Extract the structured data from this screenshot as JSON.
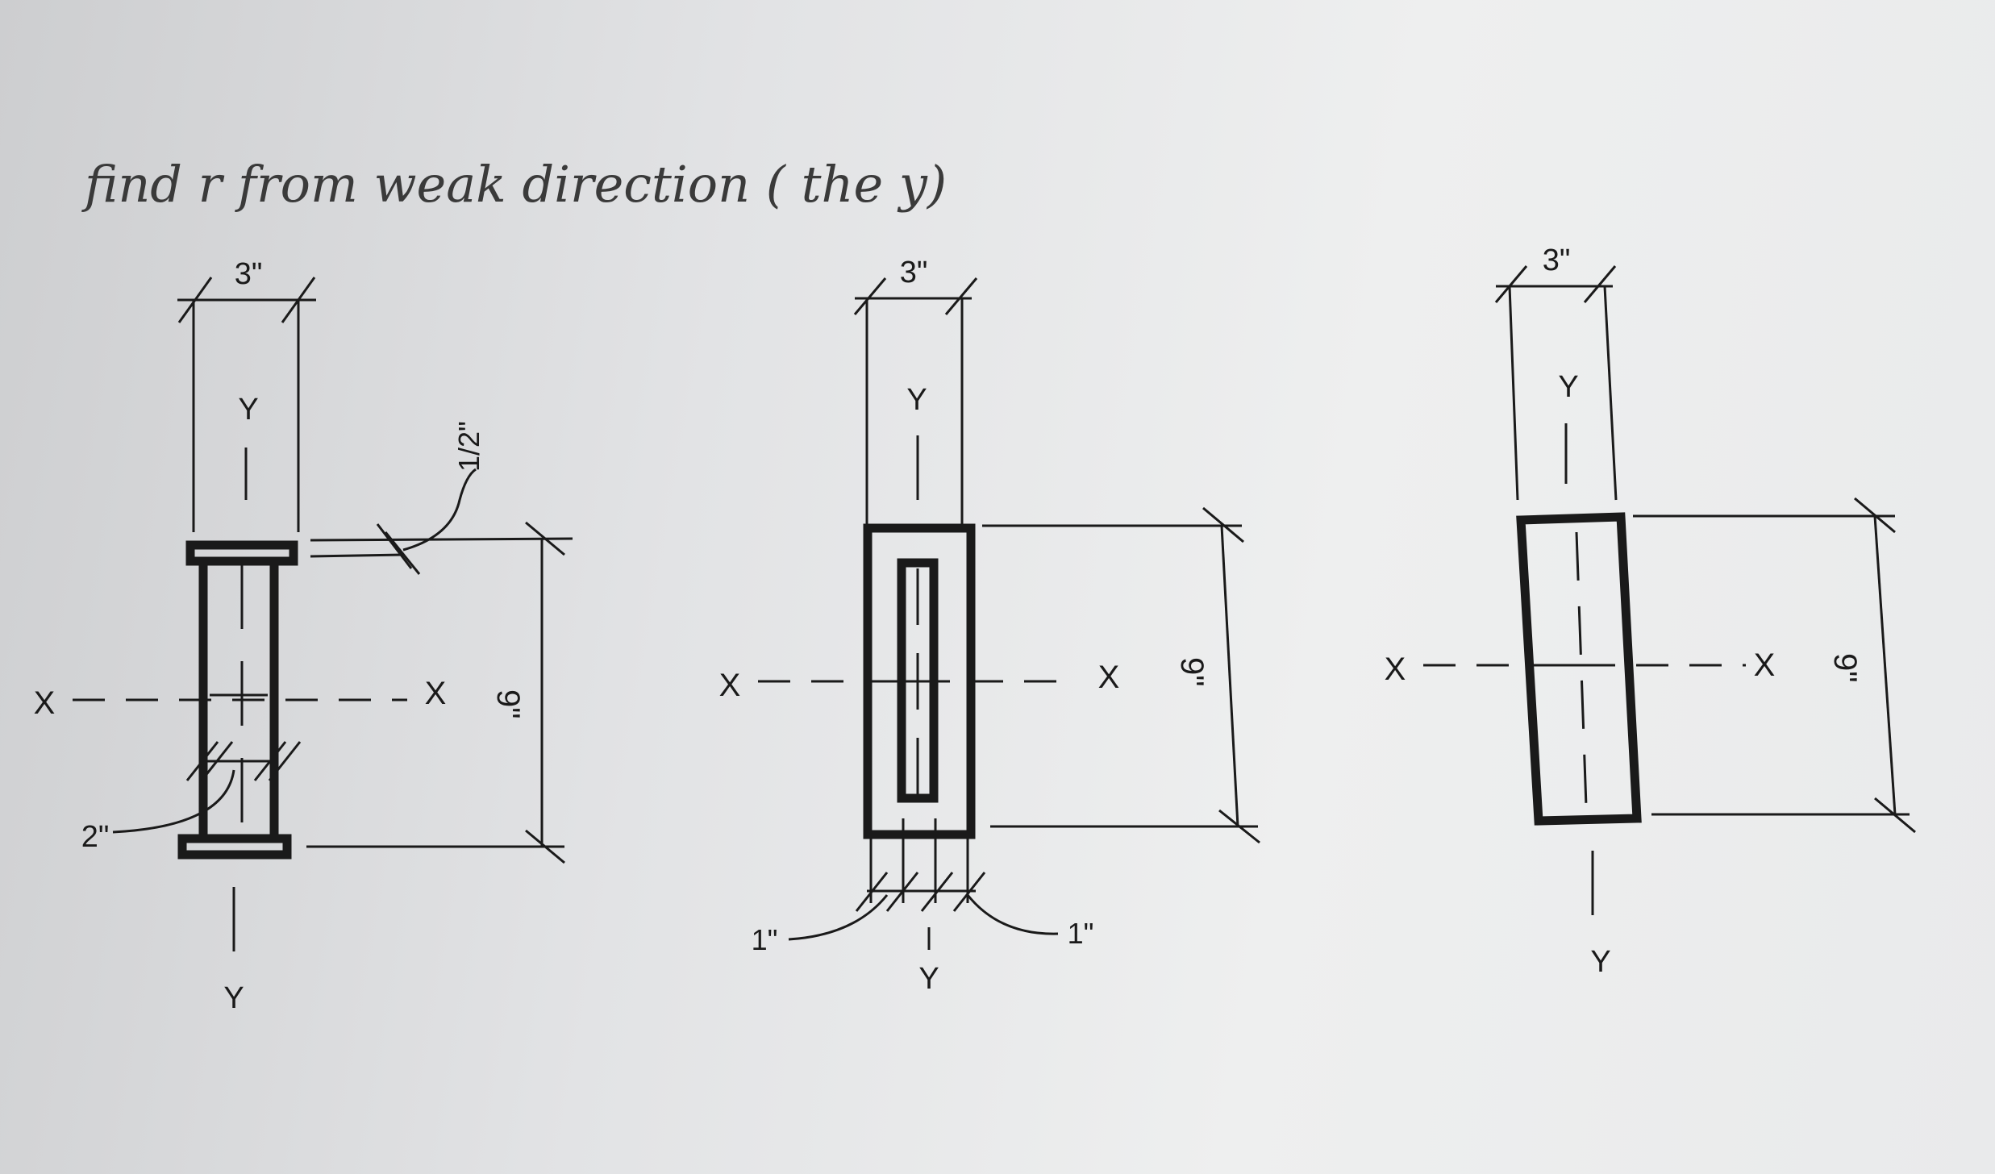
{
  "note": "find r from weak direction ( the y)",
  "sections": [
    {
      "name": "I-section",
      "width_label": "3\"",
      "height_label": "9\"",
      "flange_label": "1/2\"",
      "web_label": "2\"",
      "axis_x": "X",
      "axis_y": "Y"
    },
    {
      "name": "hollow-rectangle",
      "width_label": "3\"",
      "height_label": "9\"",
      "wall_left_label": "1\"",
      "wall_right_label": "1\"",
      "axis_x": "X",
      "axis_y": "Y"
    },
    {
      "name": "solid-rectangle",
      "width_label": "3\"",
      "height_label": "9\"",
      "axis_x": "X",
      "axis_y": "Y"
    }
  ]
}
